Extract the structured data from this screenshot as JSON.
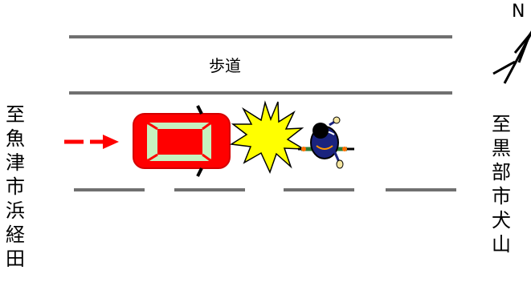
{
  "labels": {
    "sidewalk": "歩道",
    "left_destination": "至魚津市浜経田",
    "right_destination": "至黒部市犬山",
    "north": "N"
  },
  "colors": {
    "road_line": "#707070",
    "car_body": "#ff0000",
    "car_glass": "#c6f2c0",
    "impact_fill": "#ffff00",
    "direction_arrow": "#ff0000",
    "bicycle_frame": "#2e7d32",
    "rider_body": "#1a237e"
  },
  "icons": {
    "car": "car-top-view-icon",
    "impact": "collision-burst-icon",
    "cyclist": "cyclist-top-view-icon",
    "arrow": "dashed-arrow-icon",
    "compass": "north-arrow-icon"
  }
}
